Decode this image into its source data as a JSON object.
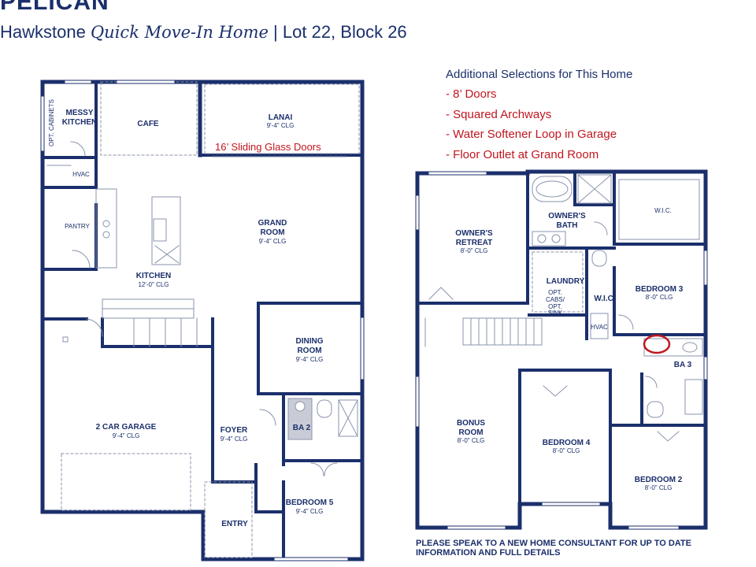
{
  "header": {
    "title": "PELICAN",
    "community": "Hawkstone",
    "home_type": "Quick Move-In Home",
    "separator": "|",
    "lot": "Lot 22, Block 26"
  },
  "selections": {
    "heading": "Additional Selections for This Home",
    "items": [
      "- 8’ Doors",
      "- Squared Archways",
      "- Water Softener Loop in Garage",
      "- Floor Outlet at Grand Room"
    ]
  },
  "first_floor": {
    "callout": "16’ Sliding Glass Doors",
    "rooms": {
      "opt_cabinets": "OPT. CABINETS",
      "messy_kitchen_1": "MESSY",
      "messy_kitchen_2": "KITCHEN",
      "cafe": "CAFE",
      "lanai": "LANAI",
      "lanai_clg": "9'-4\" CLG",
      "hvac": "HVAC",
      "pantry": "PANTRY",
      "grand_room_1": "GRAND",
      "grand_room_2": "ROOM",
      "grand_room_clg": "9'-4\" CLG",
      "kitchen": "KITCHEN",
      "kitchen_clg": "12'-0\" CLG",
      "dining_1": "DINING",
      "dining_2": "ROOM",
      "dining_clg": "9'-4\" CLG",
      "garage": "2 CAR GARAGE",
      "garage_clg": "9'-4\" CLG",
      "foyer": "FOYER",
      "foyer_clg": "9'-4\" CLG",
      "ba2": "BA 2",
      "bedroom5": "BEDROOM 5",
      "bedroom5_clg": "9'-4\" CLG",
      "entry": "ENTRY"
    }
  },
  "second_floor": {
    "rooms": {
      "owners_retreat_1": "OWNER'S",
      "owners_retreat_2": "RETREAT",
      "owners_retreat_clg": "8'-0\" CLG",
      "owners_bath_1": "OWNER'S",
      "owners_bath_2": "BATH",
      "wic_owner": "W.I.C.",
      "laundry": "LAUNDRY",
      "laundry_opt_1": "OPT.",
      "laundry_opt_2": "CABS/",
      "laundry_opt_3": "OPT.",
      "laundry_opt_4": "SINK",
      "wic": "W.I.C.",
      "hvac": "HVAC",
      "bedroom3": "BEDROOM 3",
      "bedroom3_clg": "8'-0\" CLG",
      "ba3": "BA 3",
      "bonus_1": "BONUS",
      "bonus_2": "ROOM",
      "bonus_clg": "8'-0\" CLG",
      "bedroom4": "BEDROOM 4",
      "bedroom4_clg": "8'-0\" CLG",
      "bedroom2": "BEDROOM 2",
      "bedroom2_clg": "8'-0\" CLG"
    }
  },
  "disclaimer": "PLEASE SPEAK TO A NEW HOME CONSULTANT FOR UP TO DATE INFORMATION AND FULL DETAILS",
  "colors": {
    "wall": "#1b2f6b",
    "accent": "#c0161e",
    "fixture": "#8a93ad",
    "hatch": "#c9ccd6"
  }
}
